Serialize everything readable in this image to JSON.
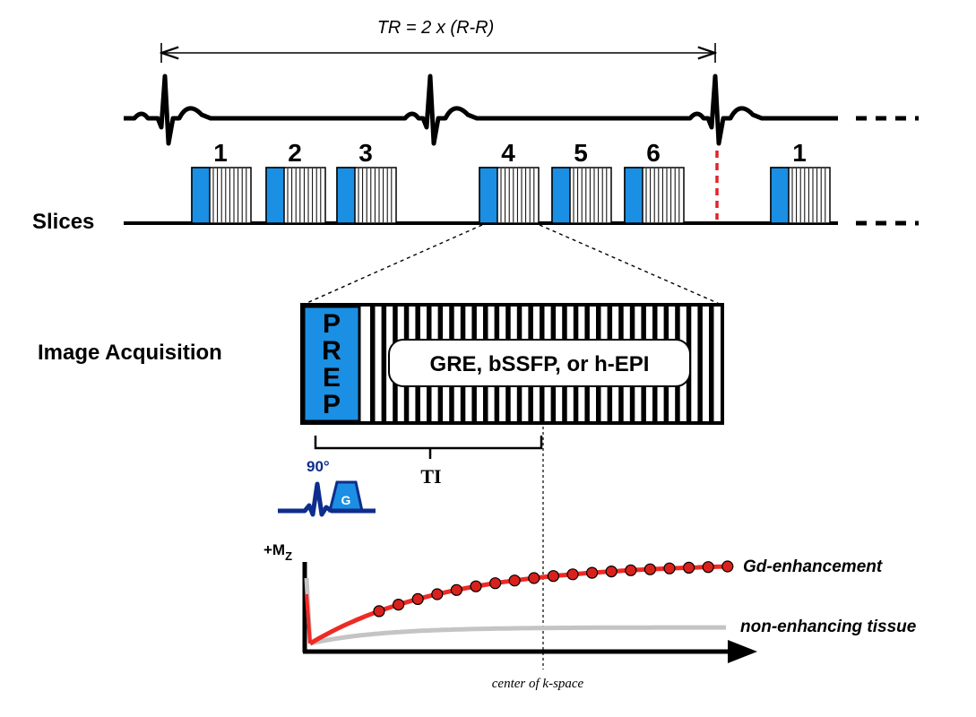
{
  "tr_label": "TR = 2 x (R-R)",
  "slices_label": "Slices",
  "slice_numbers": [
    "1",
    "2",
    "3",
    "4",
    "5",
    "6",
    "1"
  ],
  "image_acquisition_label": "Image Acquisition",
  "prep_letters": [
    "P",
    "R",
    "E",
    "P"
  ],
  "readout_label": "GRE, bSSFP, or h-EPI",
  "ti_label": "TI",
  "pulse_angle_label": "90°",
  "gradient_label": "G",
  "y_axis_label": "+M",
  "y_axis_subscript": "Z",
  "center_kspace_label": "center of k-space",
  "curves": {
    "enhanced_label": "Gd-enhancement",
    "non_enhanced_label": "non-enhancing tissue"
  },
  "colors": {
    "prep_blue": "#1a8fe3",
    "curve_red": "#ee2a24",
    "marker_red": "#d9211b",
    "curve_gray": "#c4c4c4",
    "pulse_navy": "#0e2d8c",
    "pulse_light": "#1a8fe3",
    "ecg": "#000000",
    "trigger_dashed": "#e0242a"
  }
}
